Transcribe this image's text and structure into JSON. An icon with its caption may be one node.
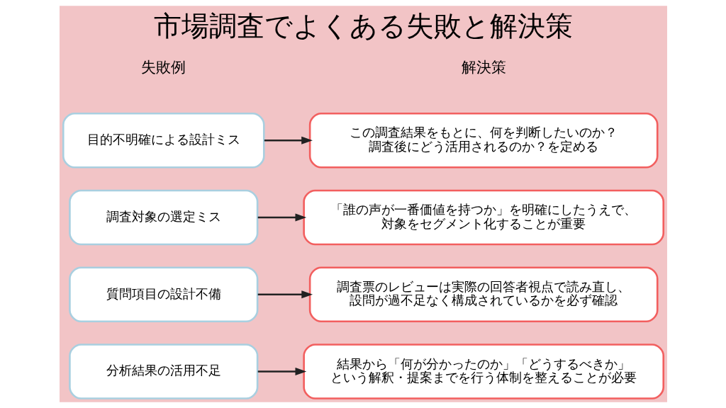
{
  "diagram": {
    "title": "市場調査でよくある失敗と解決策",
    "nodes": [
      {
        "text": [
          "目的不明確による設計ミス"
        ]
      },
      {
        "text": [
          "この調査結果をもとに、何を判断したいのか？調査後にどう活用されるのか？を定める"
        ]
      },
      {
        "text": [
          "調査対象の選定ミス"
        ]
      },
      {
        "text": [
          "「誰の声が一番価値を持つか」を明確にしたうえで、対象をセグメント化することが重要"
        ]
      },
      {
        "text": [
          "質問項目の設計不備"
        ]
      },
      {
        "text": [
          "調査票のレビューは実際の回答者視点で読み直し、設問が過不足なく構成されているかを必ず確認"
        ]
      },
      {
        "text": [
          "分析結果の活用不足"
        ]
      },
      {
        "text": [
          "結果から「何が分かったのか」「どうするべきか」という解釈・提案までを行う体制を整えることが必要"
        ]
      }
    ],
    "edges": [
      {
        "from": 0,
        "to": 1,
        "arrow": "to"
      },
      {
        "from": 2,
        "to": 3,
        "arrow": "to"
      },
      {
        "from": 4,
        "to": 5,
        "arrow": "to"
      },
      {
        "from": 6,
        "to": 7,
        "arrow": "to"
      }
    ],
    "labels": [
      "失敗例",
      "解決策"
    ]
  }
}
